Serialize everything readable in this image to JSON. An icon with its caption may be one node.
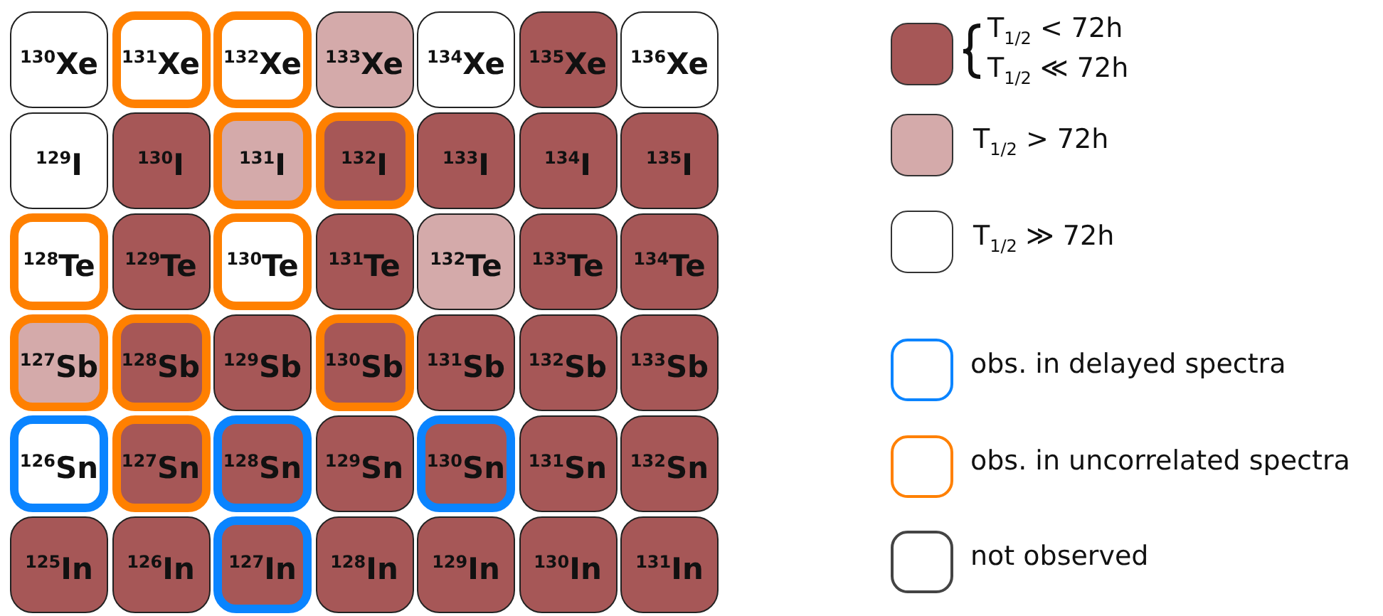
{
  "diagram": {
    "nodes": [
      {
        "text": [
          "$^{130}$Xe"
        ]
      },
      {
        "text": [
          "$^{131}$Xe"
        ]
      },
      {
        "text": [
          "$^{132}$Xe"
        ]
      },
      {
        "text": [
          "$^{133}$Xe"
        ]
      },
      {
        "text": [
          "$^{134}$Xe"
        ]
      },
      {
        "text": [
          "$^{135}$Xe"
        ]
      },
      {
        "text": [
          "$^{136}$Xe"
        ]
      },
      {
        "text": [
          "$^{129}$I"
        ]
      },
      {
        "text": [
          "$^{130}$I"
        ]
      },
      {
        "text": [
          "$^{131}$I"
        ]
      },
      {
        "text": [
          "$^{132}$I"
        ]
      },
      {
        "text": [
          "$^{133}$I"
        ]
      },
      {
        "text": [
          "$^{134}$I"
        ]
      },
      {
        "text": [
          "$^{135}$I"
        ]
      },
      {
        "text": [
          "$^{128}$Te"
        ]
      },
      {
        "text": [
          "$^{129}$Te"
        ]
      },
      {
        "text": [
          "$^{130}$Te"
        ]
      },
      {
        "text": [
          "$^{131}$Te"
        ]
      },
      {
        "text": [
          "$^{132}$Te"
        ]
      },
      {
        "text": [
          "$^{133}$Te"
        ]
      },
      {
        "text": [
          "$^{134}$Te"
        ]
      },
      {
        "text": [
          "$^{127}$Sb"
        ]
      },
      {
        "text": [
          "$^{128}$Sb"
        ]
      },
      {
        "text": [
          "$^{129}$Sb"
        ]
      },
      {
        "text": [
          "$^{130}$Sb"
        ]
      },
      {
        "text": [
          "$^{131}$Sb"
        ]
      },
      {
        "text": [
          "$^{132}$Sb"
        ]
      },
      {
        "text": [
          "$^{133}$Sb"
        ]
      },
      {
        "text": [
          "$^{126}$Sn"
        ]
      },
      {
        "text": [
          "$^{127}$Sn"
        ]
      },
      {
        "text": [
          "$^{128}$Sn"
        ]
      },
      {
        "text": [
          "$^{129}$Sn"
        ]
      },
      {
        "text": [
          "$^{130}$Sn"
        ]
      },
      {
        "text": [
          "$^{131}$Sn"
        ]
      },
      {
        "text": [
          "$^{132}$Sn"
        ]
      },
      {
        "text": [
          "$^{125}$In"
        ]
      },
      {
        "text": [
          "$^{126}$In"
        ]
      },
      {
        "text": [
          "$^{127}$In"
        ]
      },
      {
        "text": [
          "$^{128}$In"
        ]
      },
      {
        "text": [
          "$^{129}$In"
        ]
      },
      {
        "text": [
          "$^{130}$In"
        ]
      },
      {
        "text": [
          "$^{131}$In"
        ]
      }
    ],
    "legend": [
      {
        "text": "T$_{1/2}$ < 72h",
        "color": "#a65757"
      },
      {
        "text": "T$_{1/2}$ ≪ 72h",
        "color": "#a65757"
      },
      {
        "text": "T$_{1/2}$ > 72h",
        "color": "#d4aaaa"
      },
      {
        "text": "T$_{1/2}$ ≫ 72h",
        "color": "#ffffff"
      },
      {
        "text": "obs. in delayed spectra"
      },
      {
        "text": "obs. in uncorrelated spectra"
      },
      {
        "text": "not observed"
      }
    ]
  }
}
